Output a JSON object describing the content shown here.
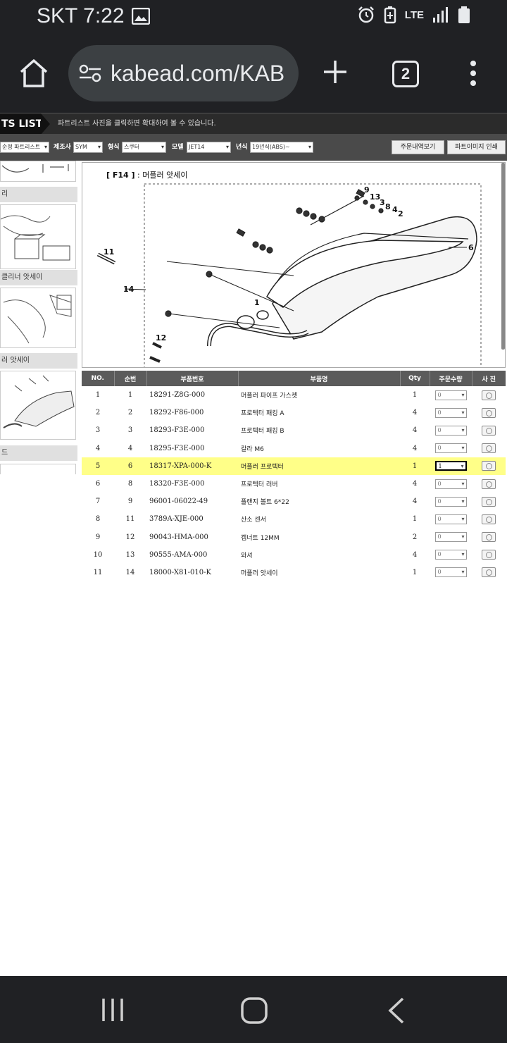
{
  "status_bar": {
    "carrier_time": "SKT 7:22",
    "network": "LTE"
  },
  "browser": {
    "url": "kabead.com/KAB",
    "tab_count": "2"
  },
  "site": {
    "brand": "TS LIST",
    "notice": "파트리스트 사진을 클릭하면 확대하여 볼 수 있습니다."
  },
  "filters": {
    "category_value": "순정 파트리스트",
    "maker_label": "제조사",
    "maker_value": "SYM",
    "type_label": "형식",
    "type_value": "스쿠터",
    "model_label": "모델",
    "model_value": "JET14",
    "year_label": "년식",
    "year_value": "19년식(ABS)~",
    "order_history_button": "주문내역보기",
    "print_image_button": "파트이미지 인쇄"
  },
  "sidebar": {
    "categories": [
      "리",
      "클리너 앗세이",
      "러 앗세이",
      "드"
    ]
  },
  "diagram": {
    "code": "[ F14 ]",
    "title": " : 머플러 앗세이",
    "callouts": [
      "9",
      "13",
      "3",
      "8",
      "4",
      "2",
      "6",
      "11",
      "14",
      "1",
      "12"
    ]
  },
  "table": {
    "headers": [
      "NO.",
      "순번",
      "부품번호",
      "부품명",
      "Qty",
      "주문수량",
      "사 진"
    ],
    "rows": [
      {
        "no": "1",
        "seq": "1",
        "part_no": "18291-Z8G-000",
        "name": "머플러 파이프 가스켓",
        "qty": "1",
        "order": "0"
      },
      {
        "no": "2",
        "seq": "2",
        "part_no": "18292-F86-000",
        "name": "프로텍터 패킹 A",
        "qty": "4",
        "order": "0"
      },
      {
        "no": "3",
        "seq": "3",
        "part_no": "18293-F3E-000",
        "name": "프로텍터 패킹 B",
        "qty": "4",
        "order": "0"
      },
      {
        "no": "4",
        "seq": "4",
        "part_no": "18295-F3E-000",
        "name": "칼라 M6",
        "qty": "4",
        "order": "0"
      },
      {
        "no": "5",
        "seq": "6",
        "part_no": "18317-XPA-000-K",
        "name": "머플러 프로텍터",
        "qty": "1",
        "order": "1"
      },
      {
        "no": "6",
        "seq": "8",
        "part_no": "18320-F3E-000",
        "name": "프로텍터 러버",
        "qty": "4",
        "order": "0"
      },
      {
        "no": "7",
        "seq": "9",
        "part_no": "96001-06022-49",
        "name": "플랜지 볼트 6*22",
        "qty": "4",
        "order": "0"
      },
      {
        "no": "8",
        "seq": "11",
        "part_no": "3789A-XJE-000",
        "name": "산소 센서",
        "qty": "1",
        "order": "0"
      },
      {
        "no": "9",
        "seq": "12",
        "part_no": "90043-HMA-000",
        "name": "캡너트 12MM",
        "qty": "2",
        "order": "0"
      },
      {
        "no": "10",
        "seq": "13",
        "part_no": "90555-AMA-000",
        "name": "와셔",
        "qty": "4",
        "order": "0"
      },
      {
        "no": "11",
        "seq": "14",
        "part_no": "18000-X81-010-K",
        "name": "머플러 앗세이",
        "qty": "1",
        "order": "0"
      }
    ]
  }
}
